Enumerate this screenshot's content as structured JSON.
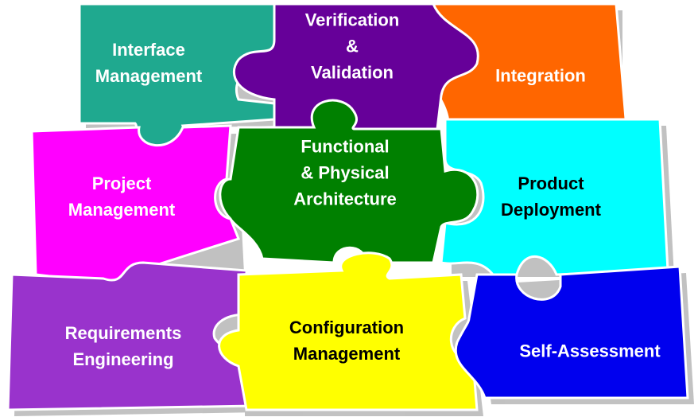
{
  "pieces": [
    {
      "id": "interface",
      "lines": [
        "Interface",
        "Management"
      ],
      "color": "#1fa98f"
    },
    {
      "id": "verification",
      "lines": [
        "Verification",
        "&",
        "Validation"
      ],
      "color": "#660099"
    },
    {
      "id": "integration",
      "lines": [
        "Integration"
      ],
      "color": "#ff6600"
    },
    {
      "id": "project",
      "lines": [
        "Project",
        "Management"
      ],
      "color": "#ff00ff"
    },
    {
      "id": "functional",
      "lines": [
        "Functional",
        "& Physical",
        "Architecture"
      ],
      "color": "#008000"
    },
    {
      "id": "deployment",
      "lines": [
        "Product",
        "Deployment"
      ],
      "color": "#00ffff"
    },
    {
      "id": "requirements",
      "lines": [
        "Requirements",
        "Engineering"
      ],
      "color": "#9933cc"
    },
    {
      "id": "configuration",
      "lines": [
        "Configuration",
        "Management"
      ],
      "color": "#ffff00"
    },
    {
      "id": "self",
      "lines": [
        "Self-Assessment"
      ],
      "color": "#0000ee"
    }
  ]
}
